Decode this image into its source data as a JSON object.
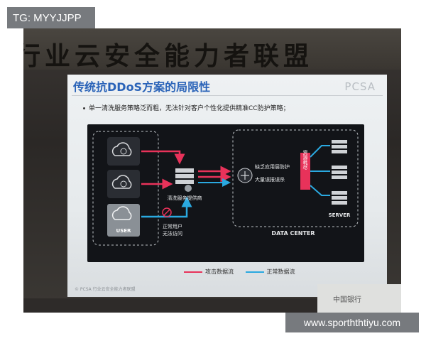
{
  "tag": {
    "label": "TG: MYYJJPP"
  },
  "watermark": {
    "label": "www.sporththtiyu.com"
  },
  "banner": {
    "text": "行业云安全能力者联盟"
  },
  "slide": {
    "title": "传统抗DDoS方案的局限性",
    "brand": "PCSA",
    "bullet": "单一清洗服务策略泛而粗，无法针对客户个性化提供精准CC防护策略；",
    "footer": "© PCSA 行业云安全能力者联盟"
  },
  "diagram": {
    "clean_provider": "清洗服务提供商",
    "user": "USER",
    "normal_user_blocked": [
      "正常用户",
      "无法访问"
    ],
    "lacks_app_protection": "缺乏应用层防护",
    "many_false_positives": "大量误报误杀",
    "resource_exhausted": "资源耗尽",
    "server": "SERVER",
    "data_center": "DATA CENTER"
  },
  "legend": {
    "attack": "攻击数据流",
    "normal": "正常数据流",
    "attack_color": "#e8325a",
    "normal_color": "#2aa9e0"
  },
  "corner": {
    "text": "中国银行"
  }
}
